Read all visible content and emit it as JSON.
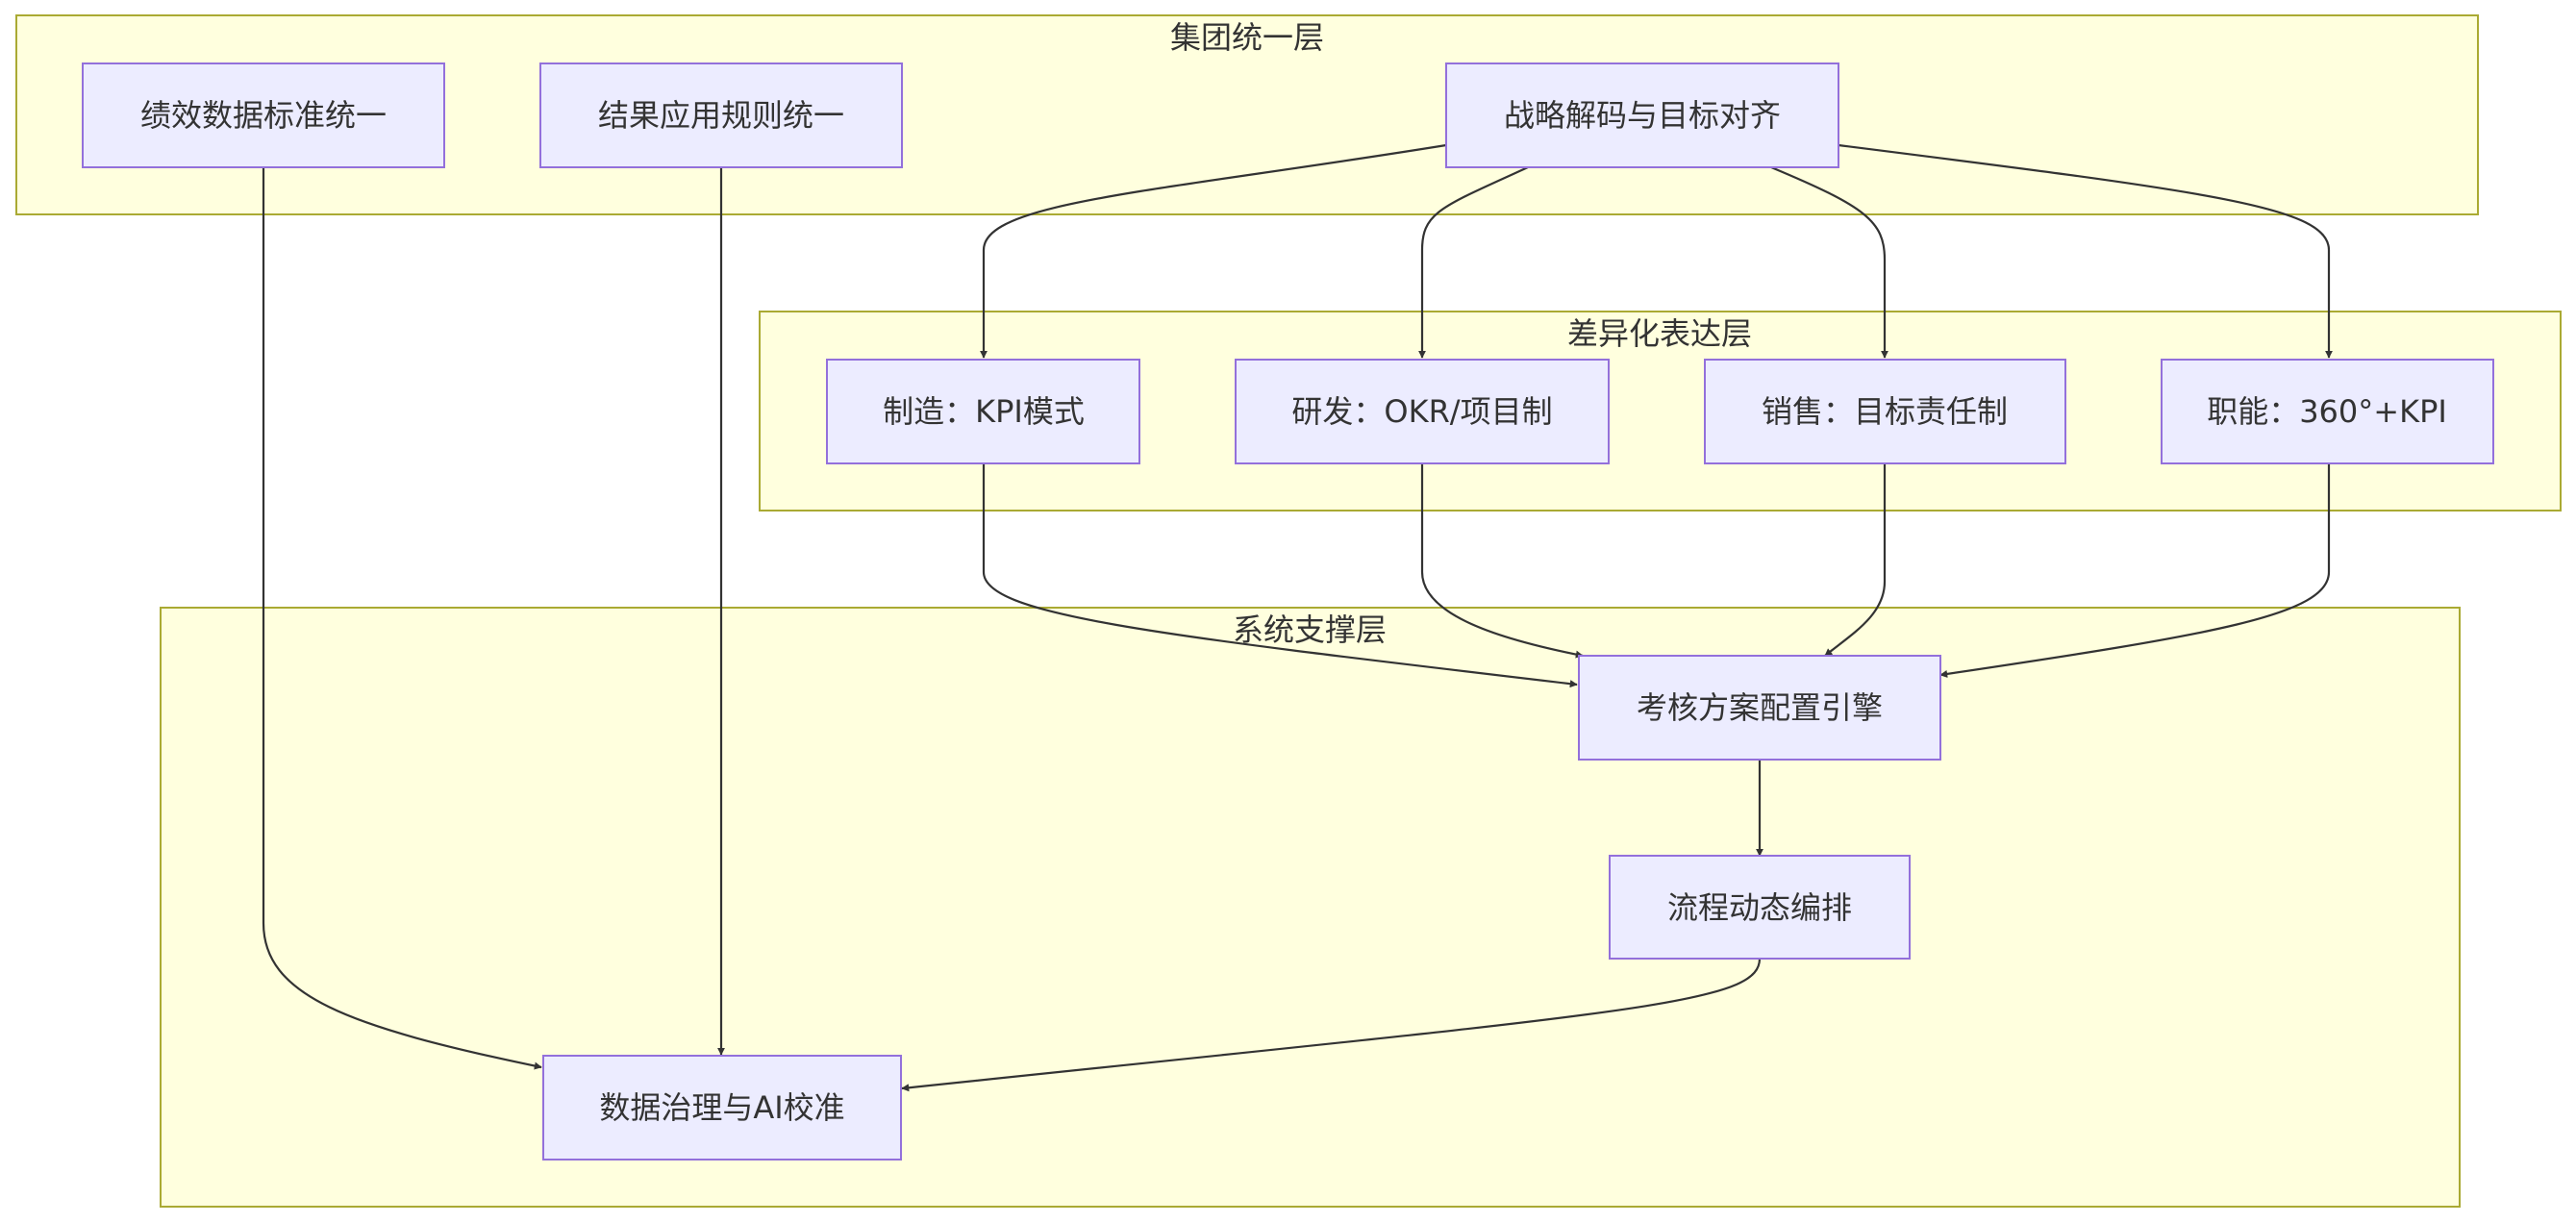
{
  "clusters": {
    "group": {
      "label": "集团统一层"
    },
    "diff": {
      "label": "差异化表达层"
    },
    "system": {
      "label": "系统支撑层"
    }
  },
  "nodes": {
    "perf_data": {
      "label": "绩效数据标准统一"
    },
    "result_rules": {
      "label": "结果应用规则统一"
    },
    "strategy": {
      "label": "战略解码与目标对齐"
    },
    "manufacturing": {
      "label": "制造：KPI模式"
    },
    "rnd": {
      "label": "研发：OKR/项目制"
    },
    "sales": {
      "label": "销售：目标责任制"
    },
    "functions": {
      "label": "职能：360°+KPI"
    },
    "engine": {
      "label": "考核方案配置引擎"
    },
    "workflow": {
      "label": "流程动态编排"
    },
    "governance": {
      "label": "数据治理与AI校准"
    }
  },
  "edges": [
    {
      "from": "strategy",
      "to": "manufacturing"
    },
    {
      "from": "strategy",
      "to": "rnd"
    },
    {
      "from": "strategy",
      "to": "sales"
    },
    {
      "from": "strategy",
      "to": "functions"
    },
    {
      "from": "manufacturing",
      "to": "engine"
    },
    {
      "from": "rnd",
      "to": "engine"
    },
    {
      "from": "sales",
      "to": "engine"
    },
    {
      "from": "functions",
      "to": "engine"
    },
    {
      "from": "engine",
      "to": "workflow"
    },
    {
      "from": "workflow",
      "to": "governance"
    },
    {
      "from": "perf_data",
      "to": "governance"
    },
    {
      "from": "result_rules",
      "to": "governance"
    }
  ]
}
